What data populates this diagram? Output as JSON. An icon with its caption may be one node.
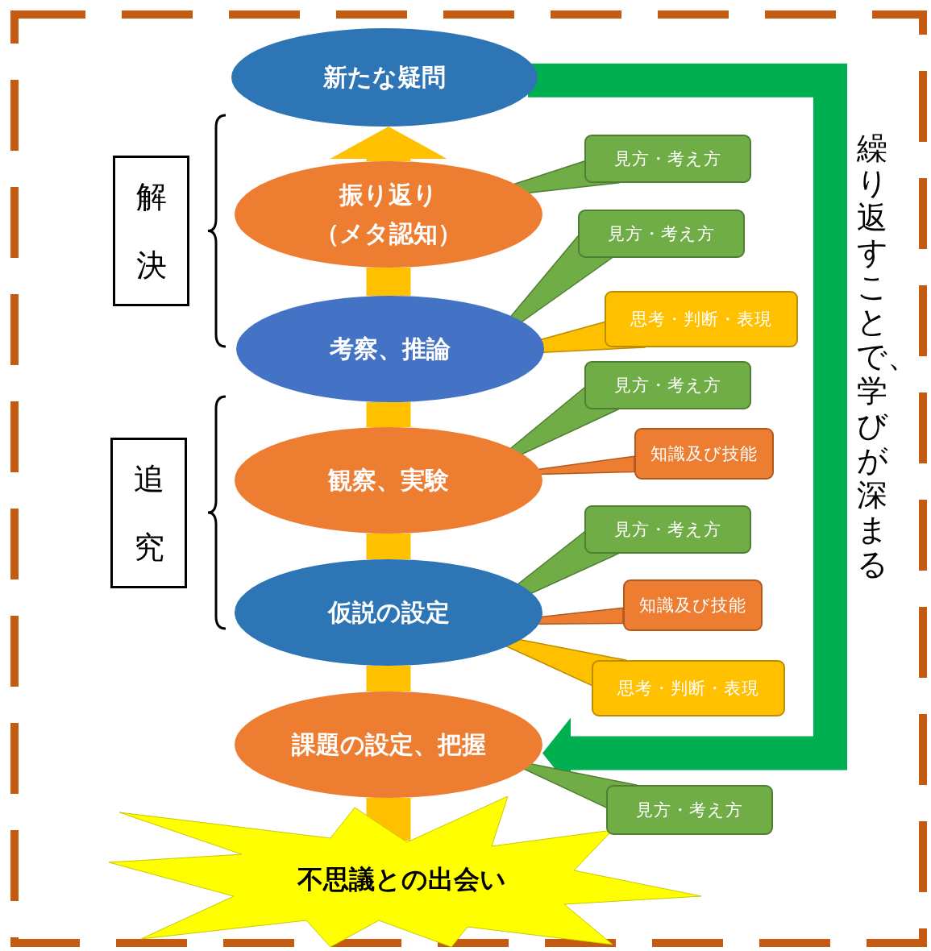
{
  "diagram": {
    "nodes": [
      {
        "text": [
          "新たな疑問"
        ]
      },
      {
        "text": [
          "振り返り（メタ認知）"
        ]
      },
      {
        "text": [
          "考察、推論"
        ]
      },
      {
        "text": [
          "観察、実験"
        ]
      },
      {
        "text": [
          "仮説の設定"
        ]
      },
      {
        "text": [
          "課題の設定、把握"
        ]
      },
      {
        "text": [
          "不思議との出会い"
        ]
      },
      {
        "text": [
          "解決"
        ]
      },
      {
        "text": [
          "追究"
        ]
      },
      {
        "text": [
          "見方・考え方"
        ]
      },
      {
        "text": [
          "見方・考え方"
        ]
      },
      {
        "text": [
          "思考・判断・表現"
        ]
      },
      {
        "text": [
          "見方・考え方"
        ]
      },
      {
        "text": [
          "知識及び技能"
        ]
      },
      {
        "text": [
          "見方・考え方"
        ]
      },
      {
        "text": [
          "知識及び技能"
        ]
      },
      {
        "text": [
          "思考・判断・表現"
        ]
      },
      {
        "text": [
          "見方・考え方"
        ]
      }
    ],
    "edges": [
      {
        "from": 6,
        "to": 5,
        "arrow": "none"
      },
      {
        "from": 5,
        "to": 4,
        "arrow": "none"
      },
      {
        "from": 4,
        "to": 3,
        "arrow": "none"
      },
      {
        "from": 3,
        "to": 2,
        "arrow": "none"
      },
      {
        "from": 2,
        "to": 1,
        "arrow": "none"
      },
      {
        "from": 1,
        "to": 0,
        "arrow": "to"
      },
      {
        "from": 0,
        "to": 5,
        "arrow": "to",
        "color": "#00b050"
      },
      {
        "from": 9,
        "to": 1,
        "arrow": "none",
        "color": "#70ad47"
      },
      {
        "from": 10,
        "to": 2,
        "arrow": "none",
        "color": "#70ad47"
      },
      {
        "from": 11,
        "to": 2,
        "arrow": "none"
      },
      {
        "from": 12,
        "to": 3,
        "arrow": "none",
        "color": "#70ad47"
      },
      {
        "from": 13,
        "to": 3,
        "arrow": "none",
        "color": "#ed7d31"
      },
      {
        "from": 14,
        "to": 4,
        "arrow": "none",
        "color": "#70ad47"
      },
      {
        "from": 15,
        "to": 4,
        "arrow": "none",
        "color": "#ed7d31"
      },
      {
        "from": 16,
        "to": 4,
        "arrow": "none"
      },
      {
        "from": 17,
        "to": 5,
        "arrow": "none",
        "color": "#70ad47"
      }
    ],
    "labels": [
      "繰り返すことで、学びが深まる"
    ]
  }
}
